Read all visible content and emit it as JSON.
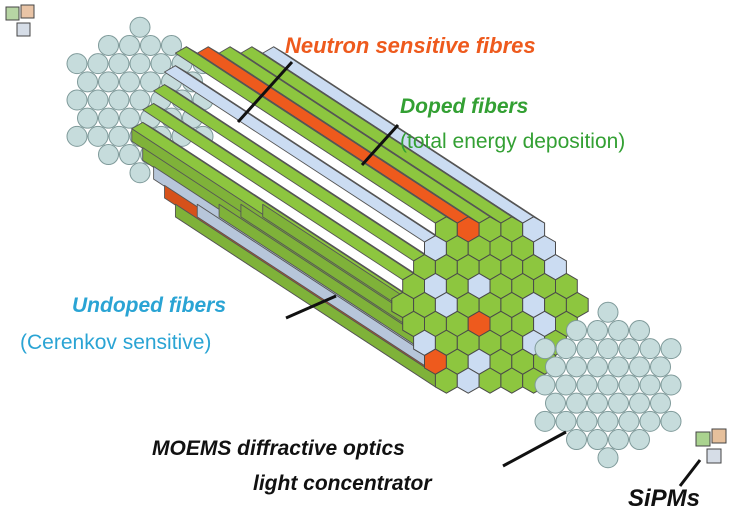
{
  "labels": {
    "neutron": "Neutron sensitive fibres",
    "doped_title": "Doped fibers",
    "doped_sub": "(total energy deposition)",
    "undoped_title": "Undoped fibers",
    "undoped_sub": "(Cerenkov sensitive)",
    "moems_line1": "MOEMS diffractive optics",
    "moems_line2": "light concentrator",
    "sipms": "SiPMs"
  },
  "colors": {
    "neutron": "#ee5a1d",
    "doped": "#8dc63f",
    "undoped": "#cbdcf2",
    "concentrator": "#c6dcdc",
    "label_neutron": "#ee5a1d",
    "label_doped": "#33a033",
    "label_undoped": "#2aa4d4"
  }
}
